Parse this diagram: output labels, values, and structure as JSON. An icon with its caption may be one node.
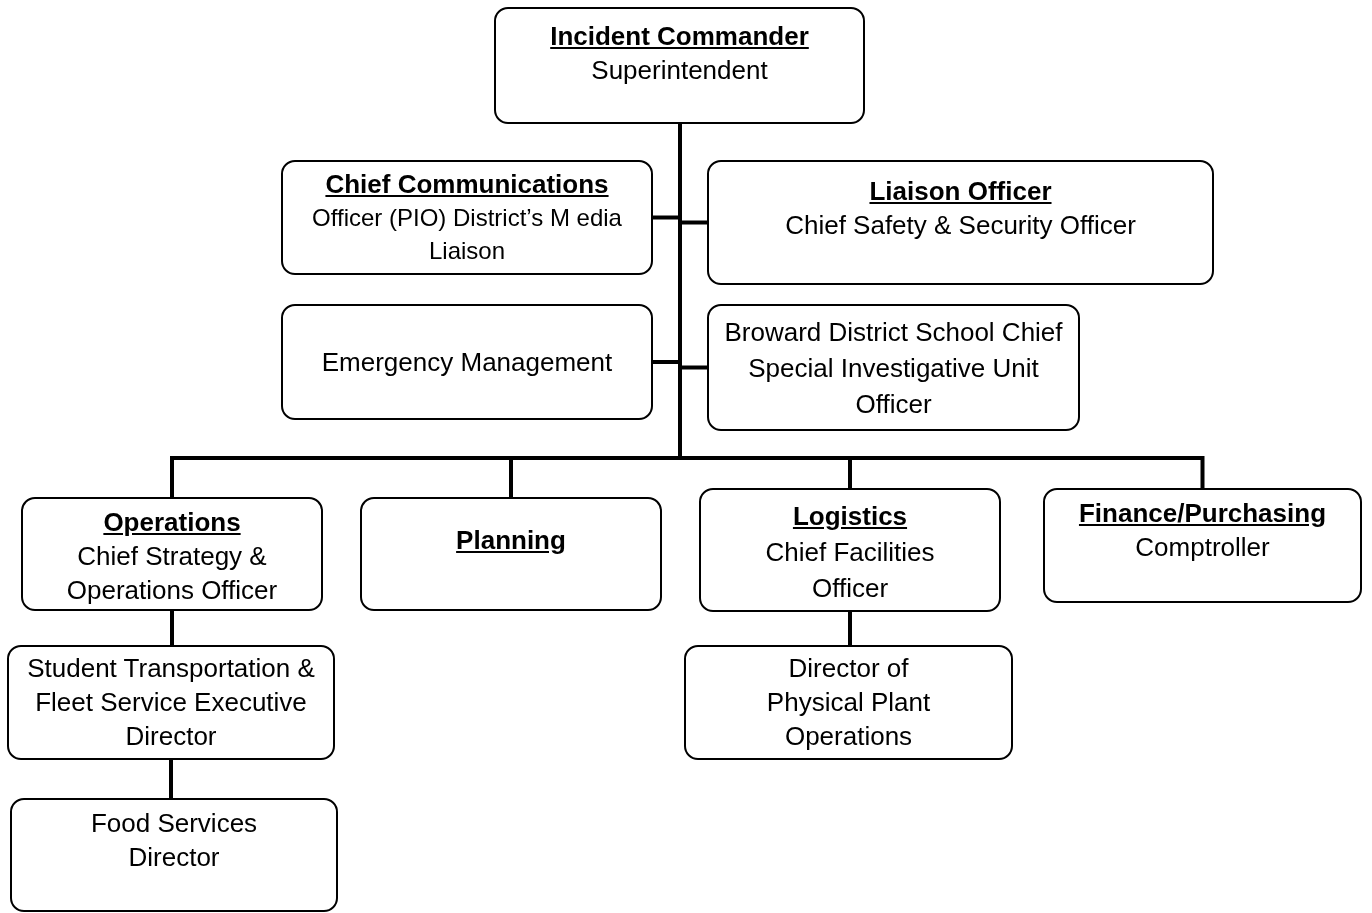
{
  "diagram": {
    "nodes": [
      {
        "text": [
          "Incident Commander",
          "Superintendent"
        ]
      },
      {
        "text": [
          "Chief Communications",
          "Officer (PIO) District’s M edia Liaison"
        ]
      },
      {
        "text": [
          "Liaison Officer",
          "Chief Safety & Security Officer"
        ]
      },
      {
        "text": [
          "Emergency Management"
        ]
      },
      {
        "text": [
          "Broward District School Chief Special Investigative Unit Officer"
        ]
      },
      {
        "text": [
          "Operations",
          "Chief Strategy & Operations Officer"
        ]
      },
      {
        "text": [
          "Planning"
        ]
      },
      {
        "text": [
          "Logistics",
          "Chief Facilities Officer"
        ]
      },
      {
        "text": [
          "Finance/Purchasing",
          "Comptroller"
        ]
      },
      {
        "text": [
          "Student Transportation & Fleet Service Executive Director"
        ]
      },
      {
        "text": [
          "Director of Physical Plant Operations"
        ]
      },
      {
        "text": [
          "Food Services Director"
        ]
      }
    ],
    "edges": [
      {
        "from": 0,
        "to": 1,
        "arrow": "none"
      },
      {
        "from": 0,
        "to": 2,
        "arrow": "none"
      },
      {
        "from": 0,
        "to": 3,
        "arrow": "none"
      },
      {
        "from": 0,
        "to": 4,
        "arrow": "none"
      },
      {
        "from": 0,
        "to": 5,
        "arrow": "none"
      },
      {
        "from": 0,
        "to": 6,
        "arrow": "none"
      },
      {
        "from": 0,
        "to": 7,
        "arrow": "none"
      },
      {
        "from": 0,
        "to": 8,
        "arrow": "none"
      },
      {
        "from": 5,
        "to": 9,
        "arrow": "none"
      },
      {
        "from": 9,
        "to": 11,
        "arrow": "none"
      },
      {
        "from": 7,
        "to": 10,
        "arrow": "none"
      }
    ]
  }
}
